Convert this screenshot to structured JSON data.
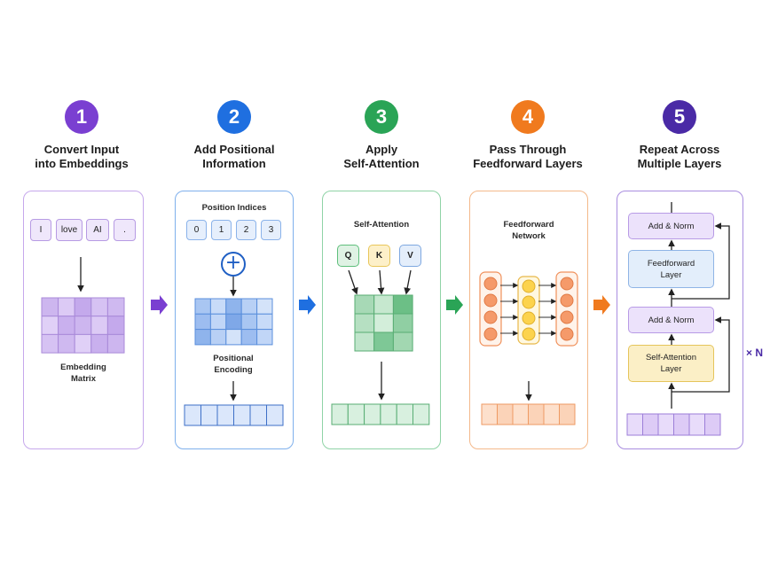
{
  "colors": {
    "purple": "#7a3fd1",
    "blue": "#1f6fe0",
    "green": "#2aa456",
    "orange": "#f07a1e",
    "indigo": "#4a2aa6"
  },
  "steps": [
    {
      "number": "1",
      "title_line1": "Convert Input",
      "title_line2": "into Embeddings"
    },
    {
      "number": "2",
      "title_line1": "Add Positional",
      "title_line2": "Information"
    },
    {
      "number": "3",
      "title_line1": "Apply",
      "title_line2": "Self-Attention"
    },
    {
      "number": "4",
      "title_line1": "Pass Through",
      "title_line2": "Feedforward Layers"
    },
    {
      "number": "5",
      "title_line1": "Repeat Across",
      "title_line2": "Multiple Layers"
    }
  ],
  "panel1": {
    "tokens": [
      "I",
      "love",
      "AI",
      "."
    ],
    "caption_line1": "Embedding",
    "caption_line2": "Matrix"
  },
  "panel2": {
    "indices_label": "Position Indices",
    "indices": [
      "0",
      "1",
      "2",
      "3"
    ],
    "plus": "+",
    "caption_line1": "Positional",
    "caption_line2": "Encoding"
  },
  "panel3": {
    "label": "Self-Attention",
    "q": "Q",
    "k": "K",
    "v": "V"
  },
  "panel4": {
    "label_line1": "Feedforward",
    "label_line2": "Network"
  },
  "panel5": {
    "add_norm_top": "Add & Norm",
    "ff_line1": "Feedforward",
    "ff_line2": "Layer",
    "add_norm_bottom": "Add & Norm",
    "sa_line1": "Self-Attention",
    "sa_line2": "Layer",
    "repeat_label": "× N"
  }
}
